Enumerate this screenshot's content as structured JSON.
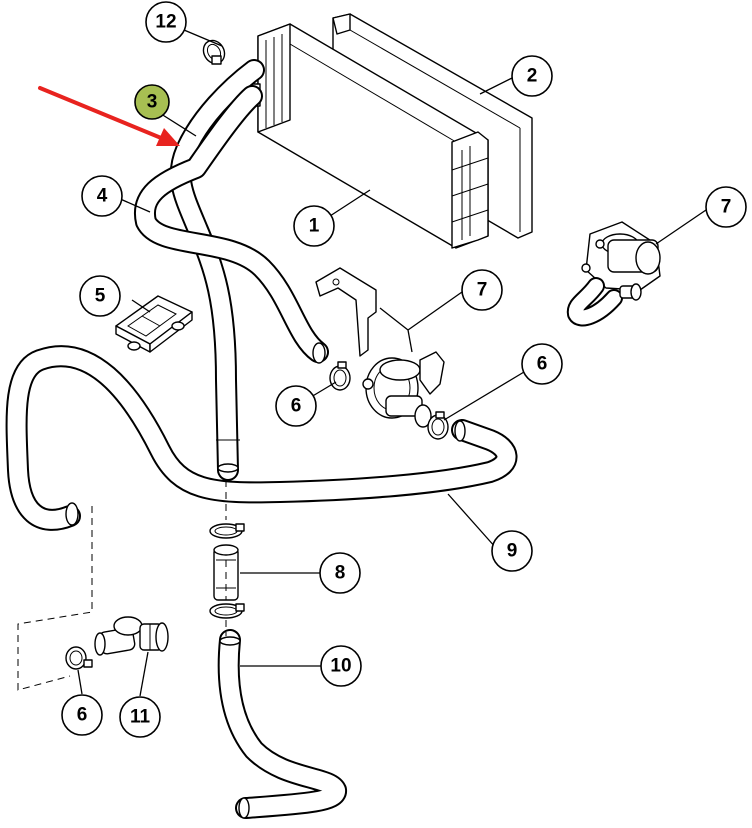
{
  "arrow_color": "#e8231f",
  "highlight_color": "#a7bf52",
  "callouts": {
    "c12": "12",
    "c2": "2",
    "c3": "3",
    "c1": "1",
    "c4": "4",
    "c7a": "7",
    "c7b": "7",
    "c5": "5",
    "c6a": "6",
    "c6b": "6",
    "c9": "9",
    "c8": "8",
    "c10": "10",
    "c6c": "6",
    "c11": "11"
  }
}
